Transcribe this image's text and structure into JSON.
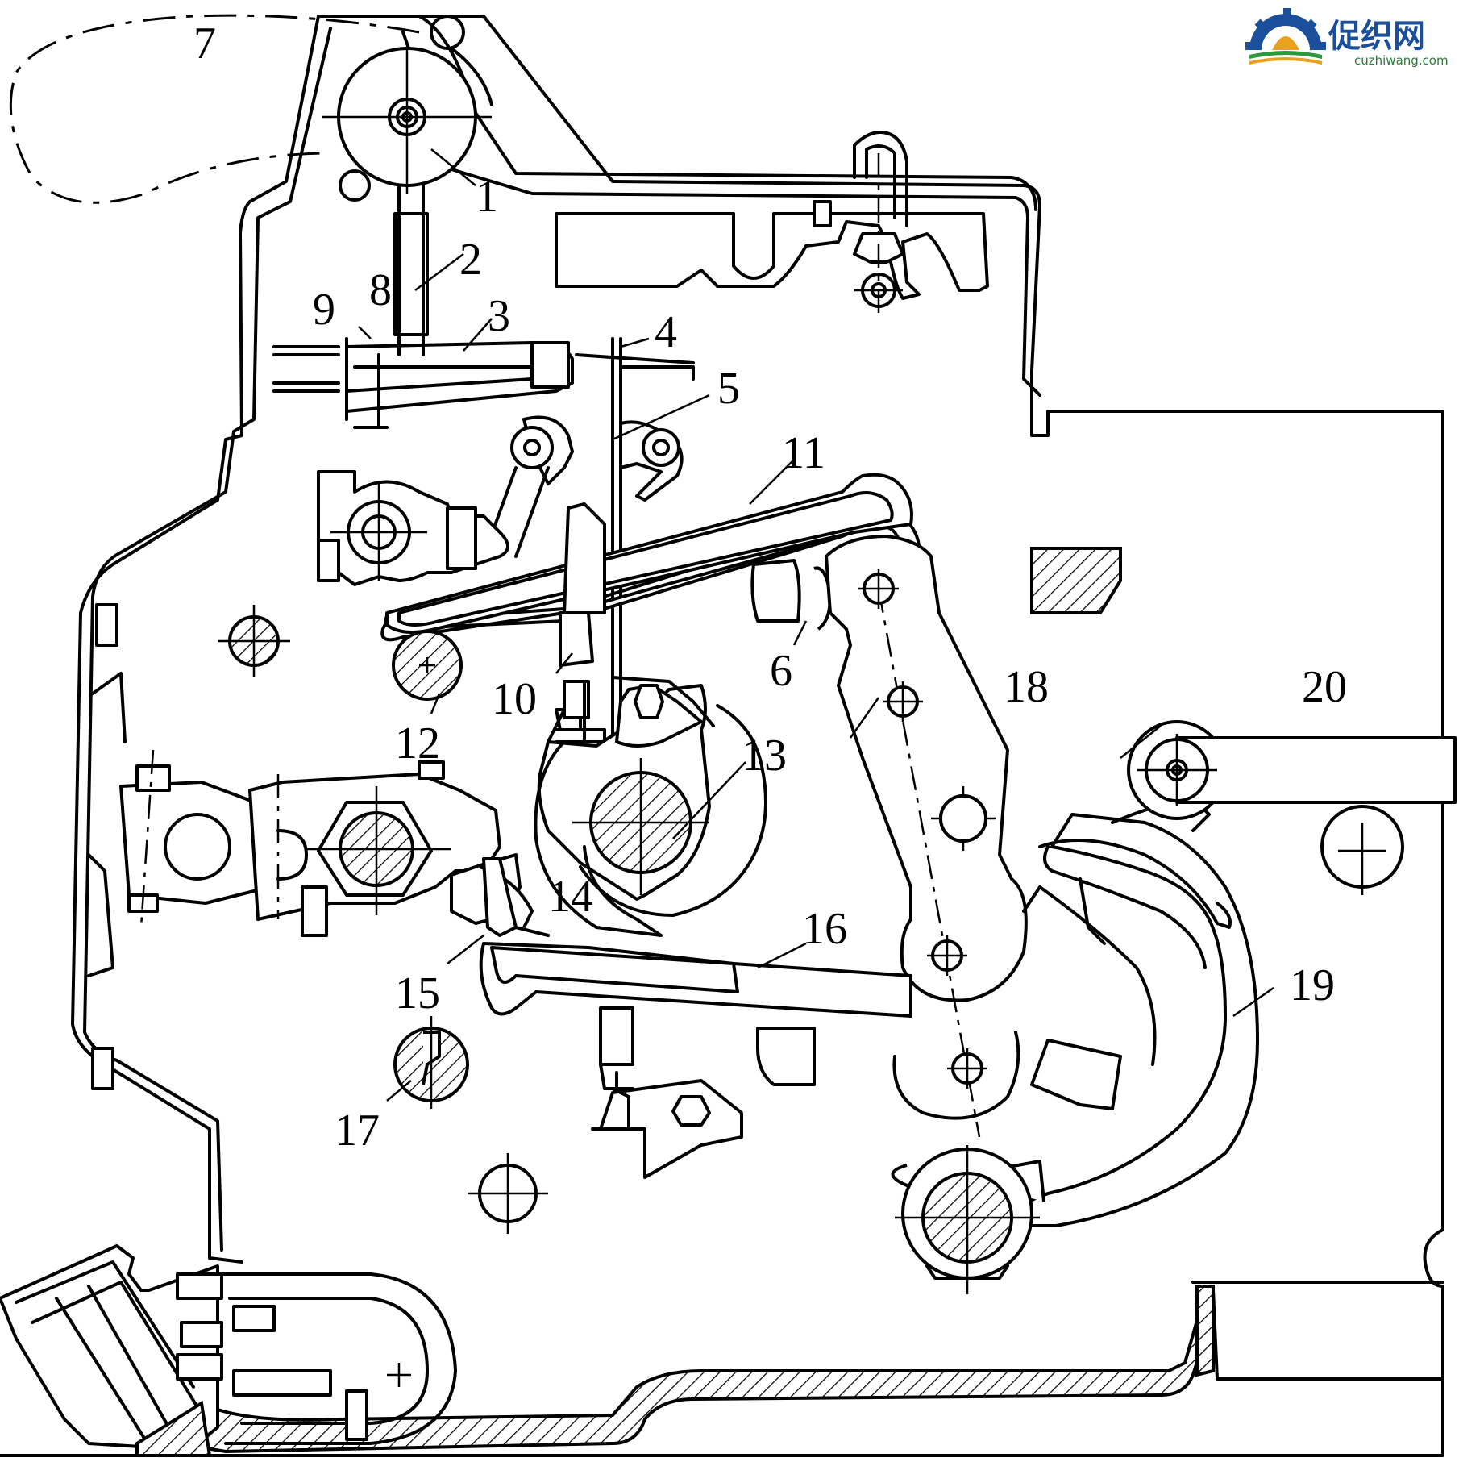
{
  "diagram": {
    "part_labels": [
      "1",
      "2",
      "3",
      "4",
      "5",
      "6",
      "7",
      "8",
      "9",
      "10",
      "11",
      "12",
      "13",
      "14",
      "15",
      "16",
      "17",
      "18",
      "19",
      "20"
    ]
  },
  "watermark": {
    "name_cn": "促织网",
    "url": "cuzhiwang.com",
    "colors": {
      "blue": "#1b4f9c",
      "gold": "#e8a21c",
      "green": "#2a9a3a"
    }
  }
}
